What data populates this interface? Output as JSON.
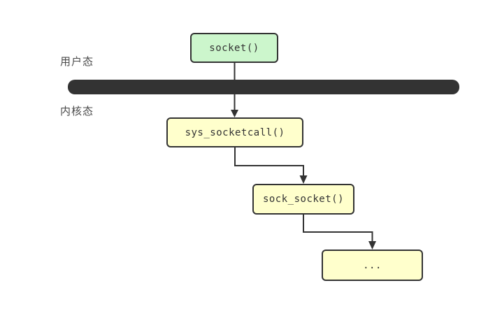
{
  "diagram": {
    "region_labels": {
      "user_mode": "用户态",
      "kernel_mode": "内核态"
    },
    "nodes": {
      "socket": {
        "label": "socket()",
        "fill": "#ccf6cc"
      },
      "sys_socketcall": {
        "label": "sys_socketcall()",
        "fill": "#ffffcc"
      },
      "sock_socket": {
        "label": "sock_socket()",
        "fill": "#ffffcc"
      },
      "ellipsis": {
        "label": "...",
        "fill": "#ffffcc"
      }
    },
    "colors": {
      "node_border": "#333333",
      "node_text": "#333333",
      "boundary_bar": "#333333",
      "connector": "#333333",
      "label_text": "#4a4a4a",
      "background": "#ffffff"
    }
  }
}
